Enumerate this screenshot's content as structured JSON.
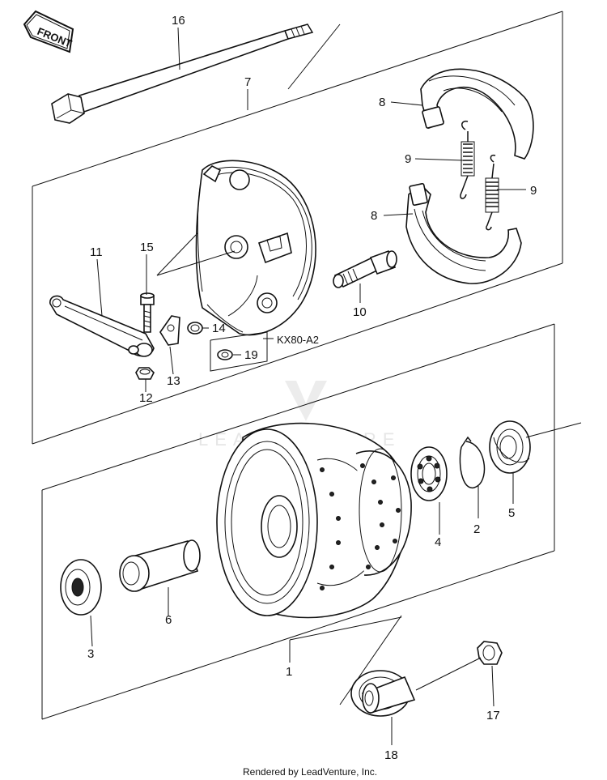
{
  "direction_label": "FRONT",
  "variant_label": "KX80-A2",
  "footer_text": "Rendered by LeadVenture, Inc.",
  "watermark_text": "LEADVENTURE",
  "callouts": {
    "c1": "1",
    "c2": "2",
    "c3": "3",
    "c4": "4",
    "c5": "5",
    "c6": "6",
    "c7": "7",
    "c8a": "8",
    "c8b": "8",
    "c9a": "9",
    "c9b": "9",
    "c10": "10",
    "c11": "11",
    "c12": "12",
    "c13": "13",
    "c14": "14",
    "c15": "15",
    "c16": "16",
    "c17": "17",
    "c18": "18",
    "c19": "19"
  }
}
